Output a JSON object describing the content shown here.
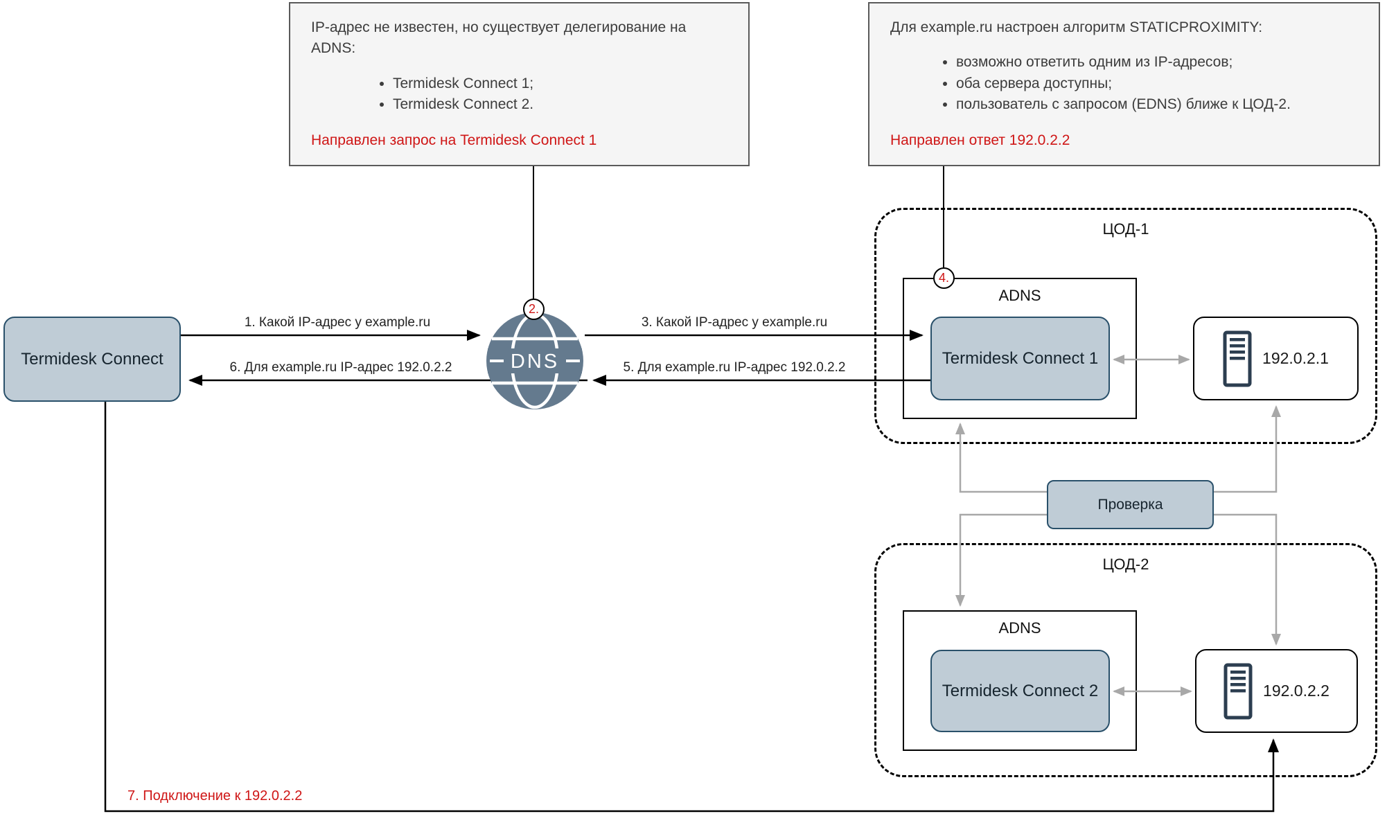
{
  "notes": {
    "left": {
      "intro": "IP-адрес не известен, но существует делегирование на ADNS:",
      "bullets": [
        "Termidesk Connect 1;",
        "Termidesk Connect 2."
      ],
      "result": "Направлен запрос на Termidesk Connect 1"
    },
    "right": {
      "intro": "Для example.ru настроен алгоритм STATICPROXIMITY:",
      "bullets": [
        "возможно ответить одним из IP-адресов;",
        "оба сервера доступны;",
        "пользователь с запросом (EDNS) ближе к ЦОД-2."
      ],
      "result": "Направлен ответ 192.0.2.2"
    }
  },
  "client": {
    "label": "Termidesk Connect"
  },
  "dns_node": {
    "label": "DNS"
  },
  "markers": {
    "step2": "2.",
    "step4": "4."
  },
  "arrows": {
    "step1": "1. Какой IP-адрес у example.ru",
    "step3": "3. Какой IP-адрес у example.ru",
    "step5": "5. Для example.ru IP-адрес 192.0.2.2",
    "step6": "6. Для example.ru IP-адрес 192.0.2.2",
    "step7": "7. Подключение к 192.0.2.2"
  },
  "dc1": {
    "title": "ЦОД-1",
    "adns": "ADNS",
    "node": "Termidesk Connect 1",
    "server_ip": "192.0.2.1"
  },
  "dc2": {
    "title": "ЦОД-2",
    "adns": "ADNS",
    "node": "Termidesk Connect 2",
    "server_ip": "192.0.2.2"
  },
  "check": {
    "label": "Проверка"
  },
  "colors": {
    "accent_red": "#cf1616",
    "node_fill": "#bfccd6",
    "node_border": "#29506a",
    "globe_fill": "#647a8e",
    "note_bg": "#f5f5f5",
    "connector_gray": "#a8a8a8"
  }
}
